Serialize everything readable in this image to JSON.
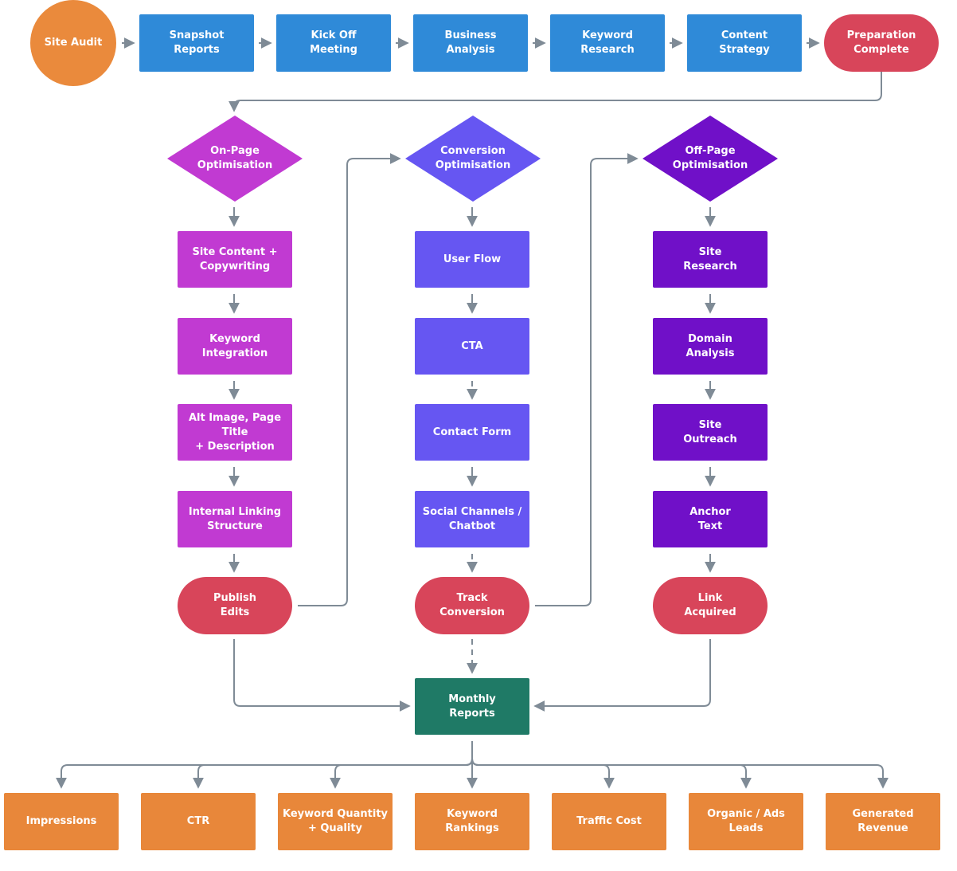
{
  "colors": {
    "audit": "#ea8a3c",
    "header_step": "#2f8ad8",
    "milestone": "#d8455a",
    "onpage": "#c13ad2",
    "conversion": "#6656f2",
    "offpage": "#7010c8",
    "report": "#1f7a66",
    "metric": "#e8873a",
    "connector": "#7f8b96"
  },
  "header": {
    "site_audit": "Site Audit",
    "snapshot_reports": "Snapshot\nReports",
    "kick_off_meeting": "Kick Off\nMeeting",
    "business_analysis": "Business\nAnalysis",
    "keyword_research": "Keyword\nResearch",
    "content_strategy": "Content\nStrategy",
    "preparation_complete": "Preparation\nComplete"
  },
  "onpage": {
    "title": "On-Page\nOptimisation",
    "steps": [
      "Site Content +\nCopywriting",
      "Keyword\nIntegration",
      "Alt Image, Page Title\n+ Description",
      "Internal Linking\nStructure"
    ],
    "end": "Publish\nEdits"
  },
  "conversion": {
    "title": "Conversion\nOptimisation",
    "steps": [
      "User Flow",
      "CTA",
      "Contact Form",
      "Social Channels /\nChatbot"
    ],
    "end": "Track\nConversion"
  },
  "offpage": {
    "title": "Off-Page\nOptimisation",
    "steps": [
      "Site\nResearch",
      "Domain\nAnalysis",
      "Site\nOutreach",
      "Anchor\nText"
    ],
    "end": "Link\nAcquired"
  },
  "reports": {
    "monthly": "Monthly\nReports"
  },
  "metrics": [
    "Impressions",
    "CTR",
    "Keyword Quantity\n+ Quality",
    "Keyword\nRankings",
    "Traffic Cost",
    "Organic / Ads\nLeads",
    "Generated\nRevenue"
  ]
}
